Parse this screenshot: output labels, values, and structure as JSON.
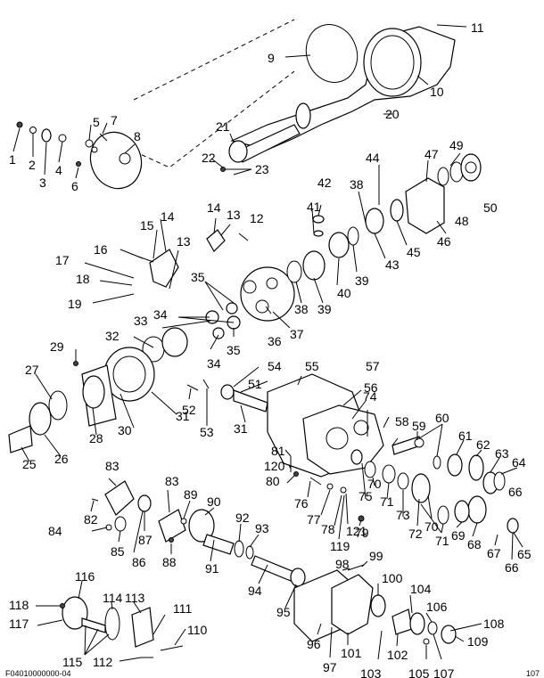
{
  "figure": {
    "callouts": [
      "1",
      "2",
      "3",
      "4",
      "5",
      "6",
      "7",
      "8",
      "9",
      "10",
      "11",
      "12",
      "13",
      "14",
      "15",
      "16",
      "17",
      "18",
      "19",
      "20",
      "21",
      "22",
      "23",
      "25",
      "26",
      "27",
      "28",
      "29",
      "30",
      "31",
      "32",
      "33",
      "34",
      "35",
      "36",
      "37",
      "38",
      "39",
      "40",
      "41",
      "42",
      "43",
      "44",
      "45",
      "46",
      "47",
      "48",
      "49",
      "50",
      "51",
      "52",
      "53",
      "54",
      "55",
      "56",
      "57",
      "58",
      "59",
      "60",
      "61",
      "62",
      "63",
      "64",
      "65",
      "66",
      "67",
      "68",
      "69",
      "70",
      "71",
      "72",
      "73",
      "74",
      "75",
      "76",
      "77",
      "78",
      "79",
      "80",
      "81",
      "82",
      "83",
      "84",
      "85",
      "86",
      "87",
      "88",
      "89",
      "90",
      "91",
      "92",
      "93",
      "94",
      "95",
      "96",
      "97",
      "98",
      "99",
      "100",
      "101",
      "102",
      "103",
      "104",
      "105",
      "106",
      "107",
      "108",
      "109",
      "110",
      "111",
      "112",
      "113",
      "114",
      "115",
      "116",
      "117",
      "118",
      "119",
      "120",
      "121"
    ],
    "footer_left": "F04010000000-04",
    "footer_right": "107"
  }
}
